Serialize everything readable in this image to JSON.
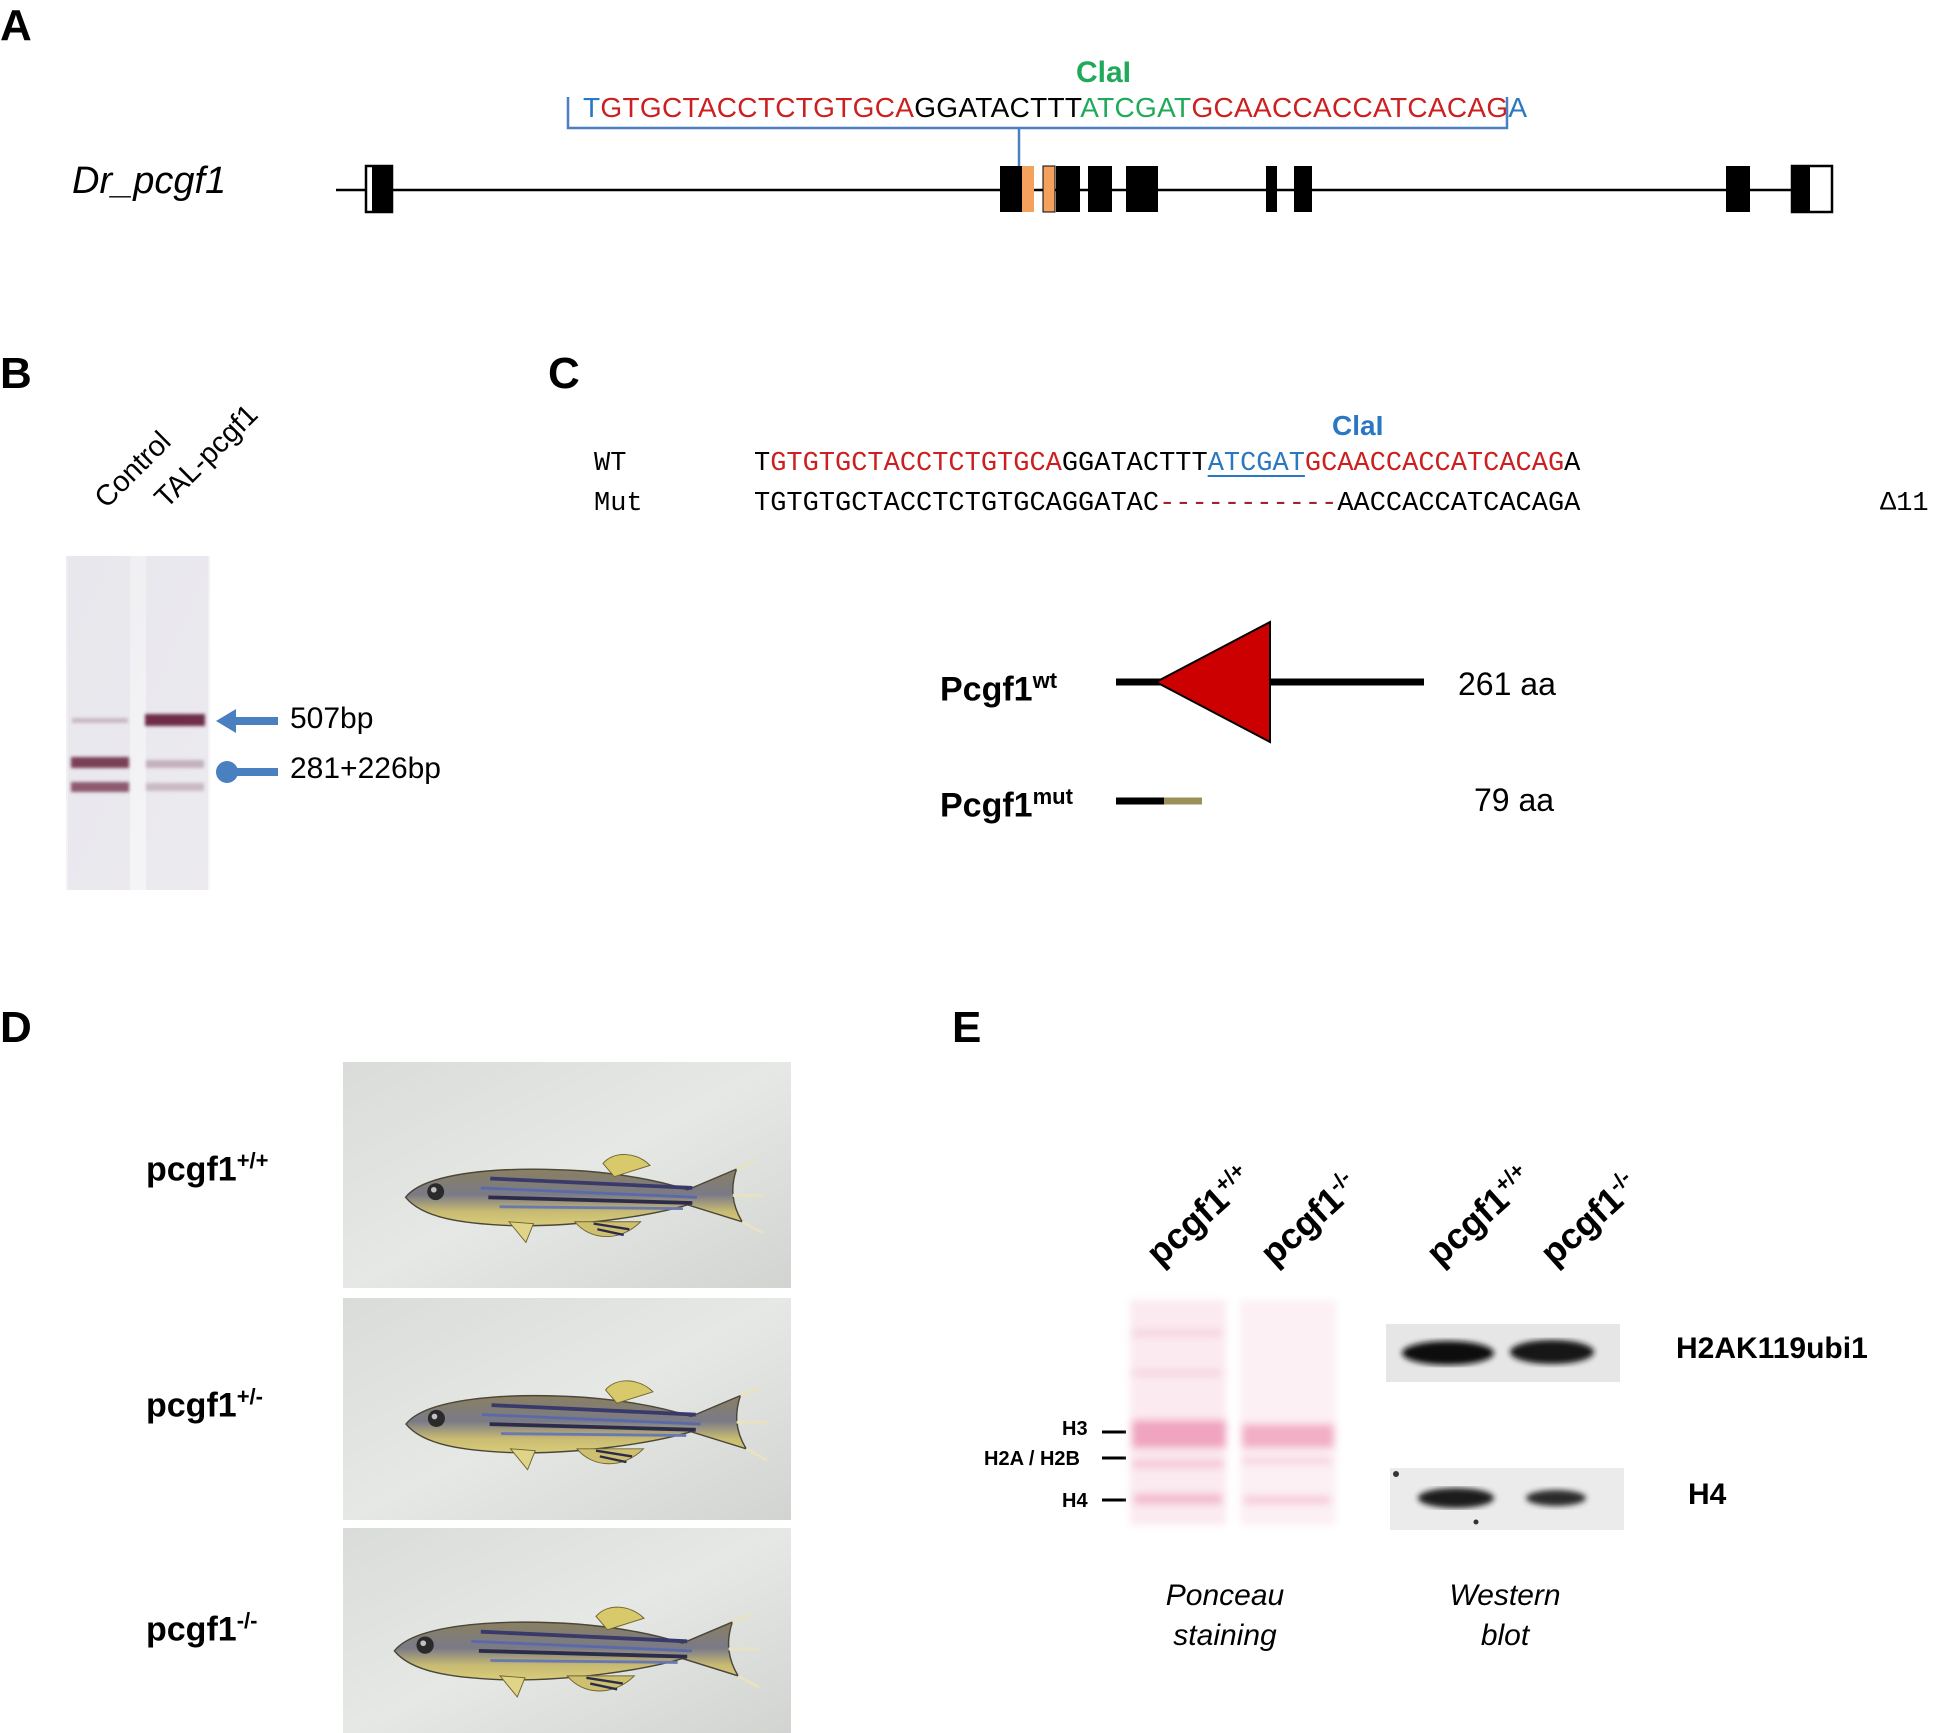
{
  "panels": {
    "a": "A",
    "b": "B",
    "c": "C",
    "d": "D",
    "e": "E"
  },
  "panel_a": {
    "gene_name": "Dr_pcgf1",
    "enzyme": "ClaI",
    "seq_start": "T",
    "seq_left_arm": "GTGCTACCTCTGTGCA",
    "seq_spacer_1": "GGATACTTT",
    "seq_site": "ATCGAT",
    "seq_right_arm": "GCAACCACCATCACAG",
    "seq_end": "A",
    "colors": {
      "arm": "#cc1f1f",
      "site": "#1faa5a",
      "flank": "#2a78c2",
      "bracket": "#4a7fc0",
      "target_exon": "#f4a15d"
    }
  },
  "panel_b": {
    "lane_1": "Control",
    "lane_2": "TAL-pcgf1",
    "band_upper": "507bp",
    "band_lower": "281+226bp"
  },
  "panel_c": {
    "enzyme": "ClaI",
    "wt_label": "WT",
    "mut_label": "Mut",
    "wt_start": "T",
    "wt_left": "GTGTGCTACCTCTGTGCA",
    "wt_mid": "GGATACTTT",
    "wt_site": "ATCGAT",
    "wt_right": "GCAACCACCATCACAG",
    "wt_end": "A",
    "mut_left": "TGTGTGCTACCTCTGTGCAGGATAC",
    "mut_gap": "-----------",
    "mut_right": "AACCACCATCACAGA",
    "deletion": "Δ11",
    "wt_protein": "Pcgf1",
    "wt_sup": "wt",
    "wt_length": "261 aa",
    "mut_protein": "Pcgf1",
    "mut_sup": "mut",
    "mut_length": "79 aa",
    "colors": {
      "domain": "#cc0000",
      "frameshift": "#9b8f5a"
    }
  },
  "panel_d": {
    "fish": [
      {
        "base": "pcgf1",
        "sup": "+/+"
      },
      {
        "base": "pcgf1",
        "sup": "+/-"
      },
      {
        "base": "pcgf1",
        "sup": "-/-"
      }
    ]
  },
  "panel_e": {
    "headers": [
      {
        "base": "pcgf1",
        "sup": "+/+"
      },
      {
        "base": "pcgf1",
        "sup": "-/-"
      },
      {
        "base": "pcgf1",
        "sup": "+/+"
      },
      {
        "base": "pcgf1",
        "sup": "-/-"
      }
    ],
    "markers": [
      "H3",
      "H2A / H2B",
      "H4"
    ],
    "blot_labels": [
      "H2AK119ubi1",
      "H4"
    ],
    "caption_left_1": "Ponceau",
    "caption_left_2": "staining",
    "caption_right_1": "Western",
    "caption_right_2": "blot"
  }
}
